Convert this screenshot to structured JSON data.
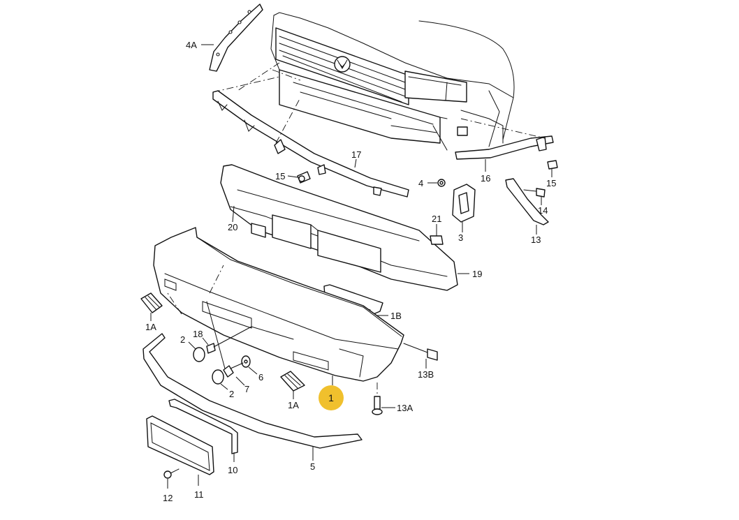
{
  "diagram": {
    "highlight_color": "#F0C02D",
    "highlighted_part": "1",
    "labels": {
      "p1": "1",
      "p1A_left": "1A",
      "p1A_right": "1A",
      "p1B": "1B",
      "p2_upper": "2",
      "p2_lower": "2",
      "p3": "3",
      "p4": "4",
      "p4A": "4A",
      "p5": "5",
      "p6": "6",
      "p7": "7",
      "p10": "10",
      "p11": "11",
      "p12": "12",
      "p13": "13",
      "p13A": "13A",
      "p13B": "13B",
      "p14": "14",
      "p15_left": "15",
      "p15_right": "15",
      "p16": "16",
      "p17": "17",
      "p18": "18",
      "p19": "19",
      "p20": "20",
      "p21": "21"
    }
  }
}
